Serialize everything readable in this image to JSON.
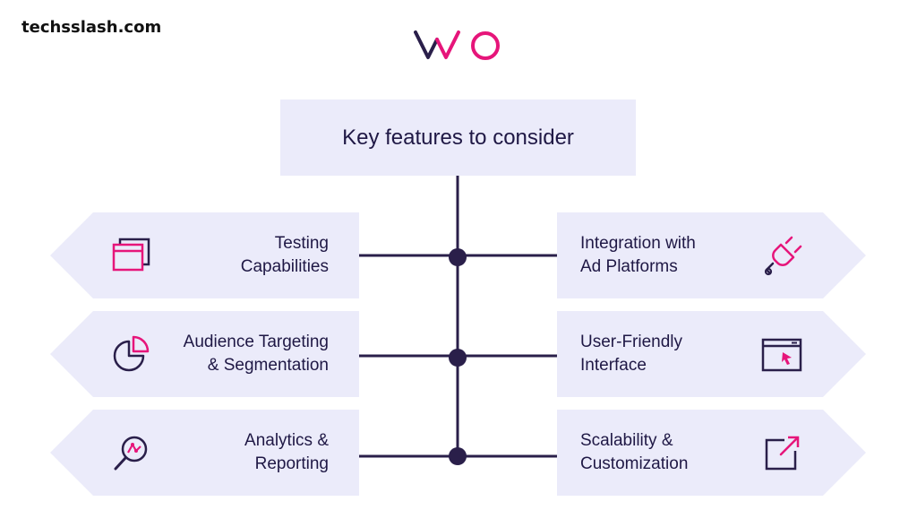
{
  "watermark": "techsslash.com",
  "logo_text": "VWO",
  "title": "Key features to consider",
  "colors": {
    "card_bg": "#ebebfa",
    "accent": "#e6157a",
    "dark": "#2a1f4a"
  },
  "features_left": [
    {
      "label": "Testing\nCapabilities",
      "icon": "browser-windows-icon"
    },
    {
      "label": "Audience Targeting\n& Segmentation",
      "icon": "pie-chart-icon"
    },
    {
      "label": "Analytics &\nReporting",
      "icon": "magnifier-graph-icon"
    }
  ],
  "features_right": [
    {
      "label": "Integration with\nAd Platforms",
      "icon": "plug-icon"
    },
    {
      "label": "User-Friendly\nInterface",
      "icon": "browser-cursor-icon"
    },
    {
      "label": "Scalability &\nCustomization",
      "icon": "expand-arrow-icon"
    }
  ]
}
